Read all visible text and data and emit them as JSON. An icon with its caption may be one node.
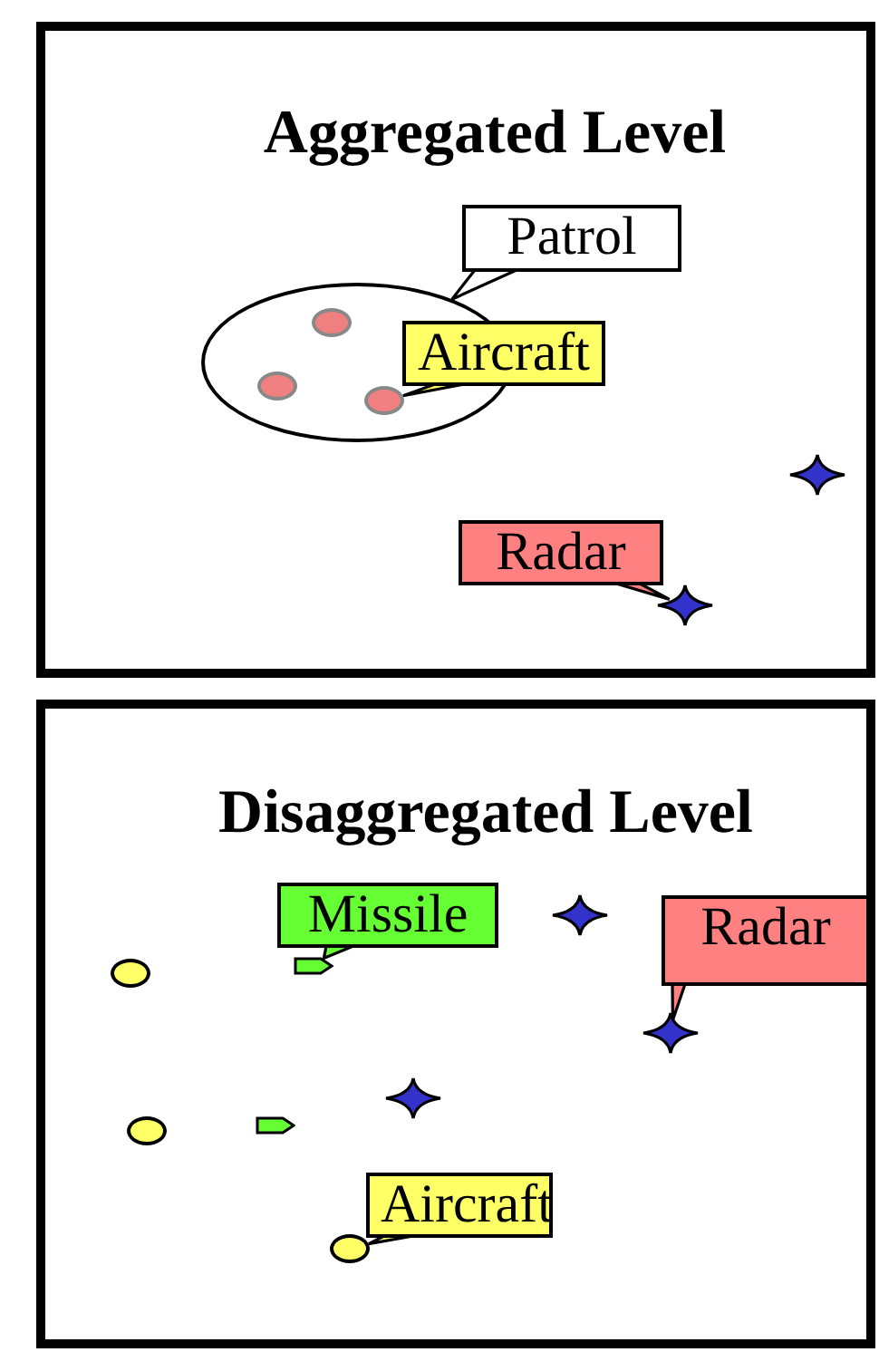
{
  "diagram": {
    "nodes": [
      {
        "text": [
          "Aggregated Level"
        ]
      },
      {
        "text": [
          "Patrol"
        ],
        "in": 0
      },
      {
        "text": [],
        "shape": "ellipse",
        "in": 0
      },
      {
        "text": [],
        "shape": "circle",
        "in": 2
      },
      {
        "text": [
          "Aircraft"
        ],
        "in": 0
      },
      {
        "text": [],
        "shape": "circle",
        "in": 2
      },
      {
        "text": [],
        "shape": "circle",
        "in": 2
      },
      {
        "text": [],
        "shape": "star",
        "in": 0
      },
      {
        "text": [
          "Radar"
        ],
        "in": 0
      },
      {
        "text": [],
        "shape": "star",
        "in": 0
      },
      {
        "text": [
          "Disaggregated Level"
        ]
      },
      {
        "text": [
          "Missile"
        ],
        "in": 10
      },
      {
        "text": [],
        "shape": "star",
        "in": 10
      },
      {
        "text": [
          "Radar"
        ],
        "in": 10
      },
      {
        "text": [],
        "shape": "circle",
        "in": 10
      },
      {
        "text": [],
        "shape": "pentagon",
        "in": 10
      },
      {
        "text": [],
        "shape": "star",
        "in": 10
      },
      {
        "text": [],
        "shape": "star",
        "in": 10
      },
      {
        "text": [],
        "shape": "pentagon",
        "in": 10
      },
      {
        "text": [],
        "shape": "circle",
        "in": 10
      },
      {
        "text": [
          "Aircraft"
        ],
        "in": 10
      },
      {
        "text": [],
        "shape": "circle",
        "in": 10
      }
    ],
    "edges": [
      {
        "from": 1,
        "to": 2,
        "arrow": "none"
      },
      {
        "from": 4,
        "to": 6,
        "arrow": "none"
      },
      {
        "from": 8,
        "to": 9,
        "arrow": "none"
      },
      {
        "from": 11,
        "to": 15,
        "arrow": "none"
      },
      {
        "from": 13,
        "to": 16,
        "arrow": "none"
      },
      {
        "from": 20,
        "to": 21,
        "arrow": "none"
      }
    ]
  }
}
